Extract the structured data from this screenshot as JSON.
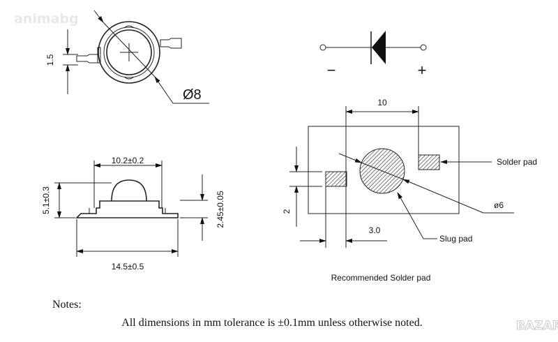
{
  "watermark": "animabg",
  "logo": "BAZAR",
  "top_view": {
    "dim_lead": "1.5",
    "dim_diameter": "Ø8"
  },
  "diode": {
    "minus": "−",
    "plus": "+"
  },
  "side_view": {
    "width_top": "10.2±0.2",
    "height": "5.1±0.3",
    "base_height": "2.45±0.05",
    "width_total": "14.5±0.5"
  },
  "solder_pad": {
    "dim_spacing": "10",
    "dim_pad_height": "2",
    "dim_pad_width": "3.0",
    "dim_slug": "ø6",
    "label_solder_pad": "Solder pad",
    "label_slug_pad": "Slug pad",
    "caption": "Recommended Solder pad"
  },
  "notes": {
    "title": "Notes:",
    "text": "All dimensions in mm tolerance is ±0.1mm unless otherwise noted."
  }
}
